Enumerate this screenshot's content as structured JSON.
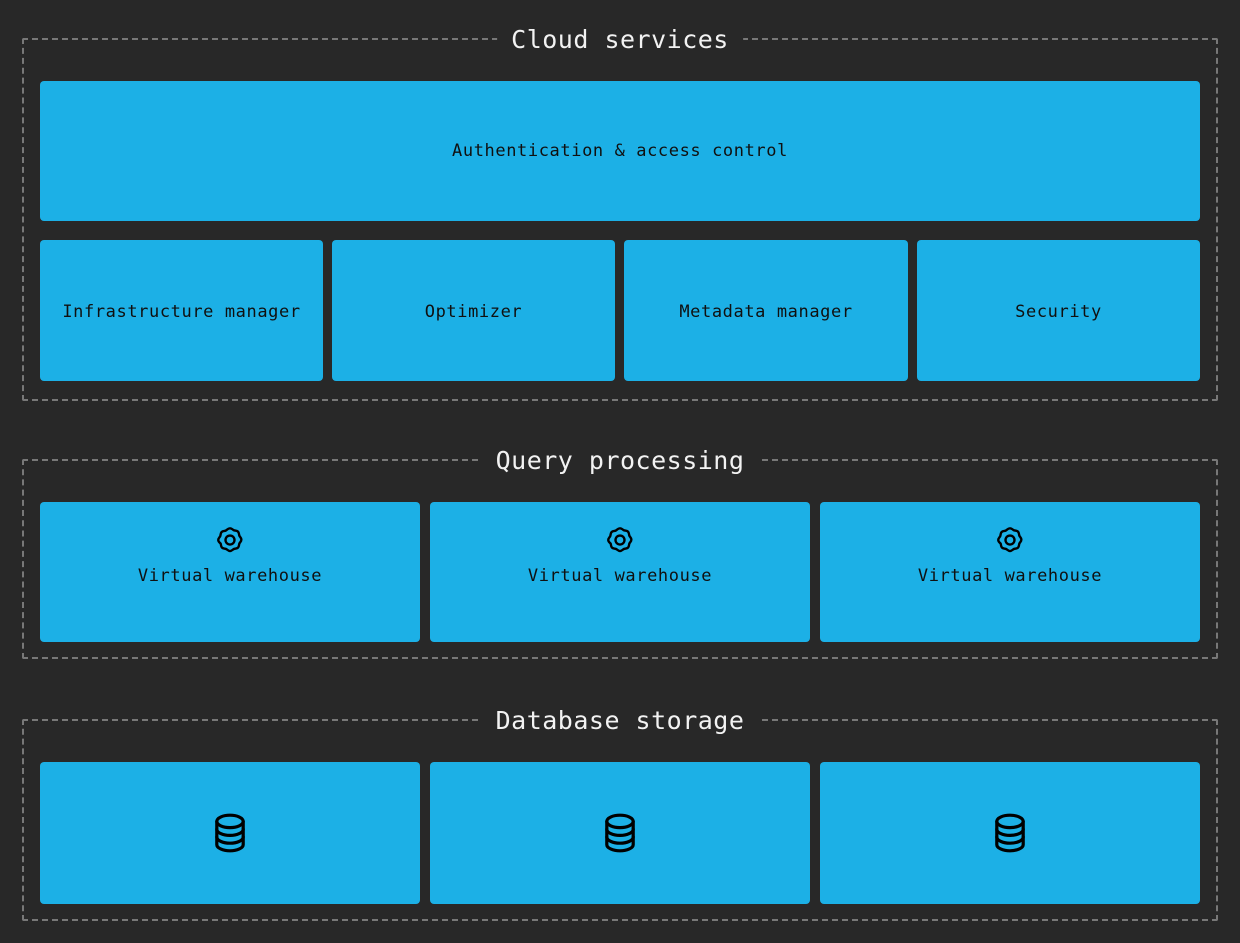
{
  "theme": {
    "background": "#282828",
    "box_fill": "#1cb0e6",
    "box_text": "#101010",
    "frame_border": "#787878",
    "title_text": "#f2f2f2",
    "icon_stroke": "#000000"
  },
  "sections": [
    {
      "id": "cloud-services",
      "title": "Cloud services",
      "banner": {
        "label": "Authentication & access control"
      },
      "items": [
        {
          "label": "Infrastructure manager"
        },
        {
          "label": "Optimizer"
        },
        {
          "label": "Metadata manager"
        },
        {
          "label": "Security"
        }
      ]
    },
    {
      "id": "query-processing",
      "title": "Query processing",
      "items": [
        {
          "label": "Virtual warehouse",
          "icon": "gear-icon"
        },
        {
          "label": "Virtual warehouse",
          "icon": "gear-icon"
        },
        {
          "label": "Virtual warehouse",
          "icon": "gear-icon"
        }
      ]
    },
    {
      "id": "database-storage",
      "title": "Database storage",
      "items": [
        {
          "label": "",
          "icon": "database-icon"
        },
        {
          "label": "",
          "icon": "database-icon"
        },
        {
          "label": "",
          "icon": "database-icon"
        }
      ]
    }
  ]
}
